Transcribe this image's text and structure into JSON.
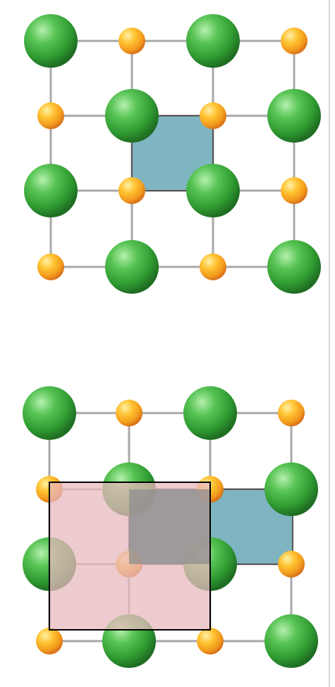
{
  "diagram": {
    "colors": {
      "large_atom": "#3aa83a",
      "large_atom_highlight": "#9ee39a",
      "large_atom_shadow": "#1f6e22",
      "small_atom": "#f5a623",
      "small_atom_highlight": "#ffe08a",
      "small_atom_shadow": "#d9731a",
      "bond": "#a8a8a8",
      "cell_outline": "#555555",
      "blue_cell_fill": "#7fb5c1",
      "red_cell_fill": "#e8c4c4",
      "dark_overlap_fill": "#9a9a9a",
      "black_frame": "#000000"
    },
    "lattice": {
      "rows": 4,
      "cols": 4,
      "large_atom_icon": "green-sphere",
      "small_atom_icon": "orange-sphere"
    }
  }
}
